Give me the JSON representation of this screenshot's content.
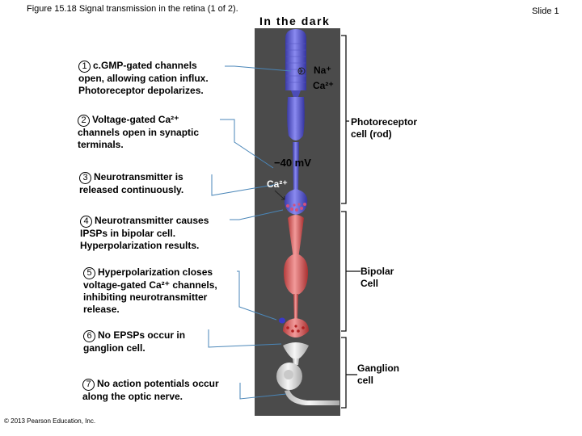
{
  "header": {
    "title": "Figure 15.18 Signal transmission in the retina (1 of 2).",
    "slide_label": "Slide 1",
    "subtitle": "In the dark"
  },
  "steps": [
    {
      "number": "1",
      "lines": [
        "c.GMP-gated channels",
        "open, allowing cation influx.",
        "Photoreceptor depolarizes."
      ]
    },
    {
      "number": "2",
      "lines": [
        "Voltage-gated Ca²⁺",
        "channels open in synaptic",
        "terminals."
      ]
    },
    {
      "number": "3",
      "lines": [
        "Neurotransmitter is",
        "released continuously."
      ]
    },
    {
      "number": "4",
      "lines": [
        "Neurotransmitter causes",
        "IPSPs in bipolar cell.",
        "Hyperpolarization results."
      ]
    },
    {
      "number": "5",
      "lines": [
        "Hyperpolarization closes",
        "voltage-gated Ca²⁺ channels,",
        "inhibiting neurotransmitter",
        "release."
      ]
    },
    {
      "number": "6",
      "lines": [
        "No EPSPs occur in",
        "ganglion cell."
      ]
    },
    {
      "number": "7",
      "lines": [
        "No action potentials occur",
        "along the optic nerve."
      ]
    }
  ],
  "ions": {
    "na": "Na⁺",
    "ca_top": "Ca²⁺",
    "ca_terminal": "Ca²⁺",
    "voltage": "−40 mV"
  },
  "cells": {
    "photoreceptor": [
      "Photoreceptor",
      "cell (rod)"
    ],
    "bipolar": [
      "Bipolar",
      "Cell"
    ],
    "ganglion": [
      "Ganglion",
      "cell"
    ]
  },
  "copyright": "© 2013 Pearson Education, Inc.",
  "colors": {
    "rod": "#6a6ad8",
    "bipolar": "#e06a6a",
    "ganglion": "#dddddd",
    "column": "#4a4a4a"
  }
}
